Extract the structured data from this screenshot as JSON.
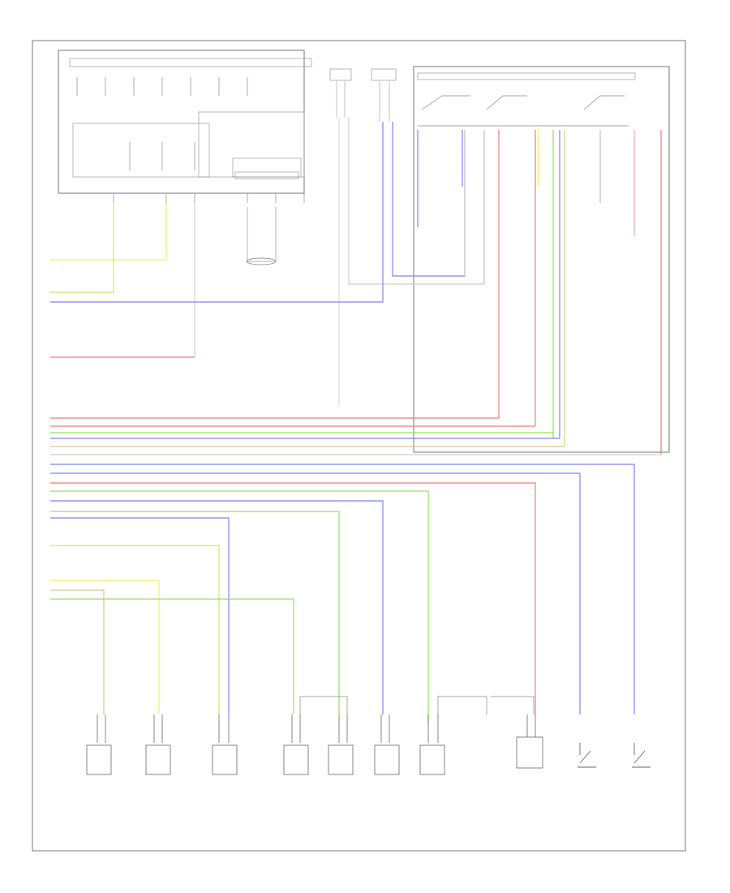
{
  "diagram": {
    "title": "",
    "footer_code": "",
    "wire_colors": {
      "yellow": "#f1f06a",
      "green": "#93e25a",
      "yellow_green": "#c8ec5a",
      "blue": "#7f82f5",
      "red": "#f07b7b",
      "tan": "#d8c98a",
      "gray": "#bdbdbd",
      "pink": "#f3a0c0"
    },
    "components": [
      {
        "id": "ecm",
        "label": ""
      },
      {
        "id": "sw1",
        "label": ""
      },
      {
        "id": "sw2",
        "label": ""
      },
      {
        "id": "at-switch",
        "label": ""
      },
      {
        "id": "c1",
        "label": ""
      },
      {
        "id": "c2",
        "label": ""
      },
      {
        "id": "c3",
        "label": ""
      },
      {
        "id": "c4",
        "label": ""
      },
      {
        "id": "c5",
        "label": ""
      },
      {
        "id": "c6",
        "label": ""
      },
      {
        "id": "c7",
        "label": ""
      },
      {
        "id": "c8",
        "label": ""
      },
      {
        "id": "c9",
        "label": ""
      },
      {
        "id": "c10",
        "label": ""
      }
    ]
  }
}
